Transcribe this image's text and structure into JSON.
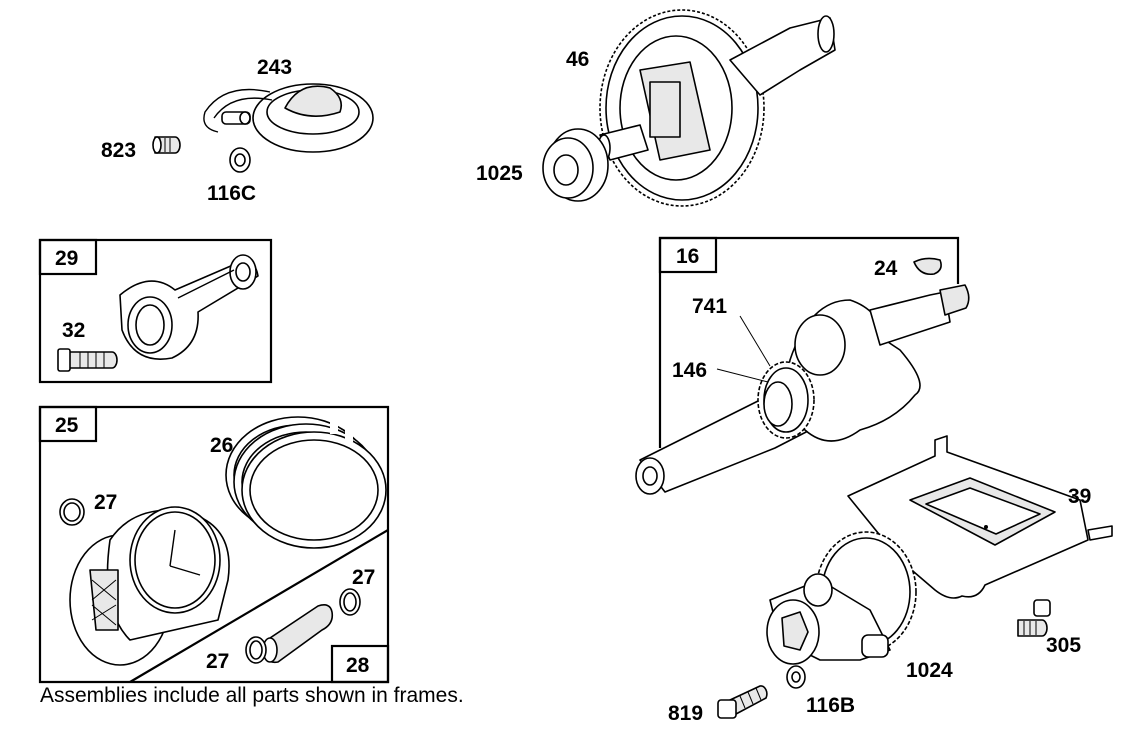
{
  "callouts": {
    "c243": "243",
    "c823": "823",
    "c116c": "116C",
    "c46": "46",
    "c1025": "1025",
    "c32": "32",
    "c26": "26",
    "c27a": "27",
    "c27b": "27",
    "c27c": "27",
    "c24": "24",
    "c741": "741",
    "c146": "146",
    "c39": "39",
    "c305": "305",
    "c1024": "1024",
    "c819": "819",
    "c116b": "116B"
  },
  "frames": {
    "f29": "29",
    "f25": "25",
    "f28": "28",
    "f16": "16"
  },
  "note": "Assemblies include all parts shown in frames."
}
